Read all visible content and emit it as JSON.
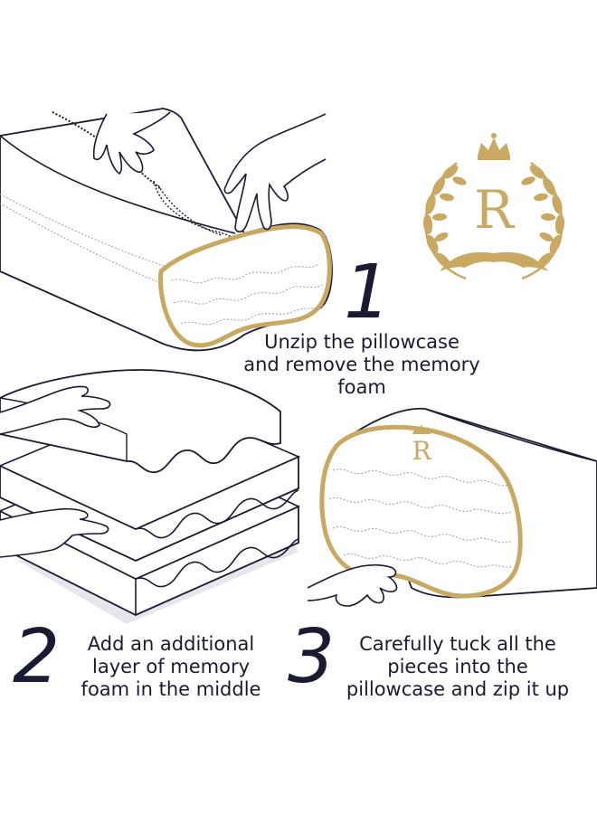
{
  "logo": {
    "letter": "R",
    "color": "#c9a862",
    "icon": "crown-laurel-monogram-icon"
  },
  "steps": [
    {
      "number": "1",
      "lines": [
        "Unzip the pillowcase",
        "and remove the memory",
        "foam"
      ]
    },
    {
      "number": "2",
      "lines": [
        "Add an additional",
        "layer of memory",
        "foam in the middle"
      ]
    },
    {
      "number": "3",
      "lines": [
        "Carefully tuck all the",
        "pieces into the",
        "pillowcase and zip it up"
      ]
    }
  ],
  "colors": {
    "ink": "#1b1a33",
    "gold": "#c9a862",
    "shadow": "#dcdbe6"
  }
}
